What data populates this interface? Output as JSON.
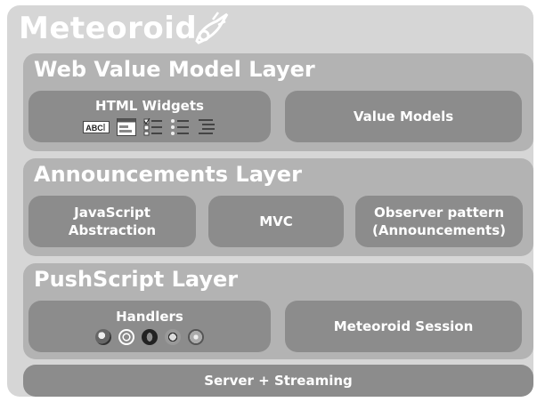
{
  "title": "Meteoroid",
  "layers": {
    "web_value_model": {
      "title": "Web Value Model Layer",
      "html_widgets": "HTML Widgets",
      "value_models": "Value Models",
      "widget_icons": [
        "textfield-icon",
        "form-icon",
        "checkbox-list-icon",
        "bullet-list-icon",
        "tree-list-icon"
      ],
      "textfield_text": "ABC"
    },
    "announcements": {
      "title": "Announcements Layer",
      "js_abstraction_line1": "JavaScript",
      "js_abstraction_line2": "Abstraction",
      "mvc": "MVC",
      "observer_line1": "Observer pattern",
      "observer_line2": "(Announcements)"
    },
    "pushscript": {
      "title": "PushScript Layer",
      "handlers": "Handlers",
      "handler_icons": [
        "firefox-icon",
        "internet-explorer-icon",
        "opera-icon",
        "chrome-icon",
        "safari-icon"
      ],
      "meteoroid_session": "Meteoroid Session"
    }
  },
  "bottom": "Server + Streaming",
  "colors": {
    "background": "#d6d6d6",
    "layer": "#b3b3b3",
    "box": "#8c8c8c",
    "text": "#ffffff"
  }
}
